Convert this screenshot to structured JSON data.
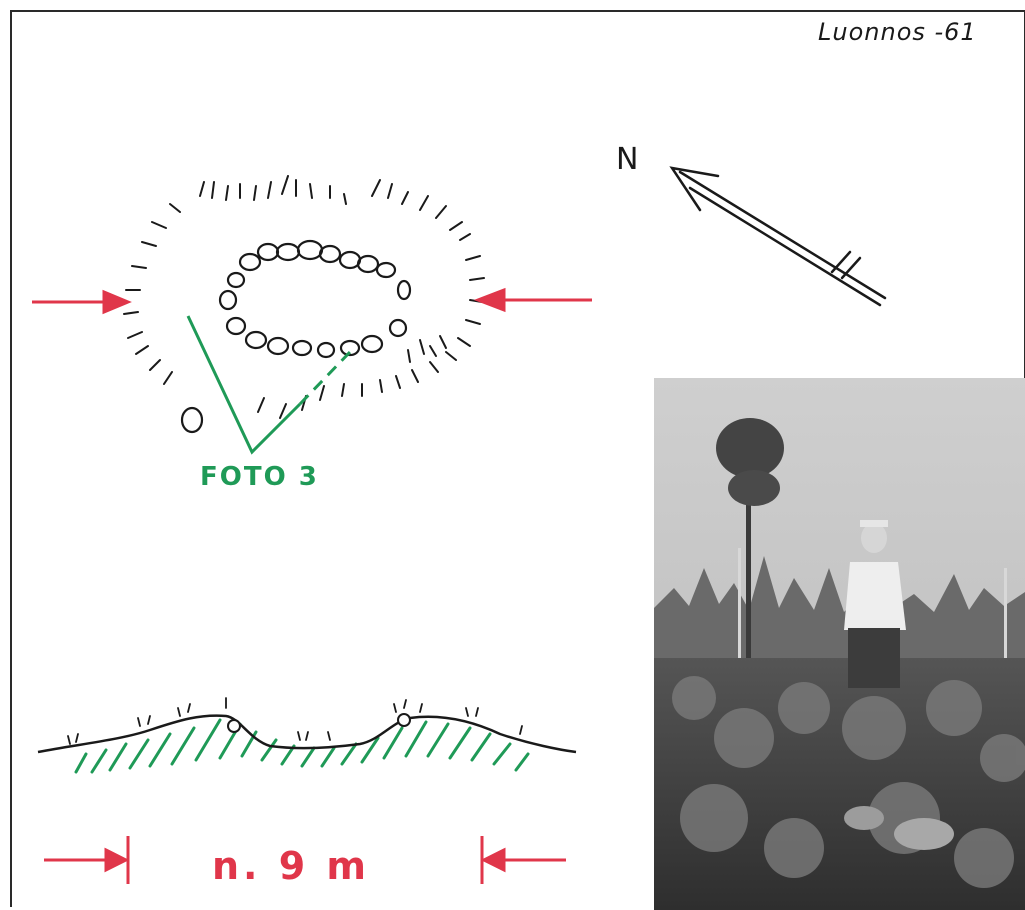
{
  "sheet": {
    "title": "Luonnos -61",
    "north_label": "N",
    "photo_marker_label": "FOTO 3",
    "dimension_label": "n. 9 m"
  },
  "colors": {
    "ink": "#1a1a1a",
    "red_marker": "#e0364a",
    "green_marker": "#1f9a57",
    "paper": "#ffffff"
  },
  "icons": {
    "north_arrow": "arrow-northwest-icon"
  }
}
